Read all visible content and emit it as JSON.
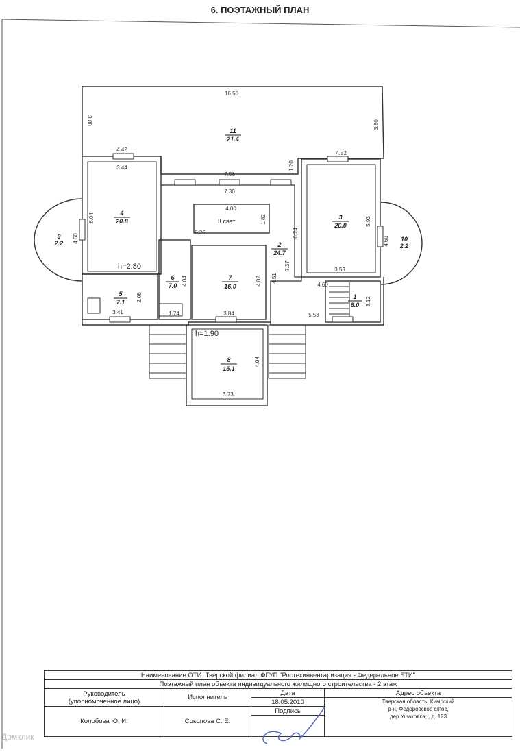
{
  "page_title": "6. ПОЭТАЖНЫЙ ПЛАН",
  "plan": {
    "dims": {
      "top_width": "16.50",
      "left_height": "3.80",
      "right_height": "3.80",
      "r4_top_outer": "4.42",
      "r4_top_inner": "3.44",
      "corr_top_outer": "7.56",
      "corr_top_inner": "7.30",
      "r3_top": "4.52",
      "r3_step": "1.20",
      "r4_height": "6.04",
      "r9_height": "4.60",
      "r10_height": "4.60",
      "void_width": "4.00",
      "void_height": "1.82",
      "r2_depth": "6.26",
      "r3_left_height": "6.24",
      "r3_right_height": "5.93",
      "r3_bottom": "3.53",
      "r2_height": "7.37",
      "r2_lower": "4.51",
      "r7_height": "4.02",
      "r6_height": "4.04",
      "r5_height": "2.08",
      "r5_bottom": "3.41",
      "r6_bottom": "1.74",
      "r7_bottom": "3.84",
      "stair_top": "4.60",
      "stair_bottom": "5.53",
      "stair_height": "3.12",
      "r8_height": "4.04",
      "r8_bottom": "3.73"
    },
    "heights": {
      "h1": "h=2.80",
      "h2": "h=1.90"
    },
    "void_label": "II свет",
    "rooms": [
      {
        "num": "11",
        "area": "21.4"
      },
      {
        "num": "4",
        "area": "20.8"
      },
      {
        "num": "3",
        "area": "20.0"
      },
      {
        "num": "9",
        "area": "2.2"
      },
      {
        "num": "10",
        "area": "2.2"
      },
      {
        "num": "2",
        "area": "24.7"
      },
      {
        "num": "7",
        "area": "16.0"
      },
      {
        "num": "6",
        "area": "7.0"
      },
      {
        "num": "5",
        "area": "7.1"
      },
      {
        "num": "1",
        "area": "6.0"
      },
      {
        "num": "8",
        "area": "15.1"
      }
    ]
  },
  "stamp": {
    "org": "Наименование ОТИ: Тверской филиал ФГУП \"Ростехинвентаризация - Федеральное БТИ\"",
    "object": "Поэтажный план объекта индивидуального жилищного строительства   - 2 этаж",
    "head_label_1": "Руководитель",
    "head_label_2": "(уполномоченное лицо)",
    "executor_label": "Исполнитель",
    "date_label": "Дата",
    "date_value": "18.05.2010",
    "address_label": "Адрес объекта",
    "signature_label": "Подпись",
    "head_name": "Колобова Ю. И.",
    "executor_name": "Соколова С. Е.",
    "address_value_1": "Тверская область, Кимрский",
    "address_value_2": "р-н, Федоровское с/пос,",
    "address_value_3": "дер.Ушаковка, , д. 123"
  },
  "watermark": "Домклик"
}
